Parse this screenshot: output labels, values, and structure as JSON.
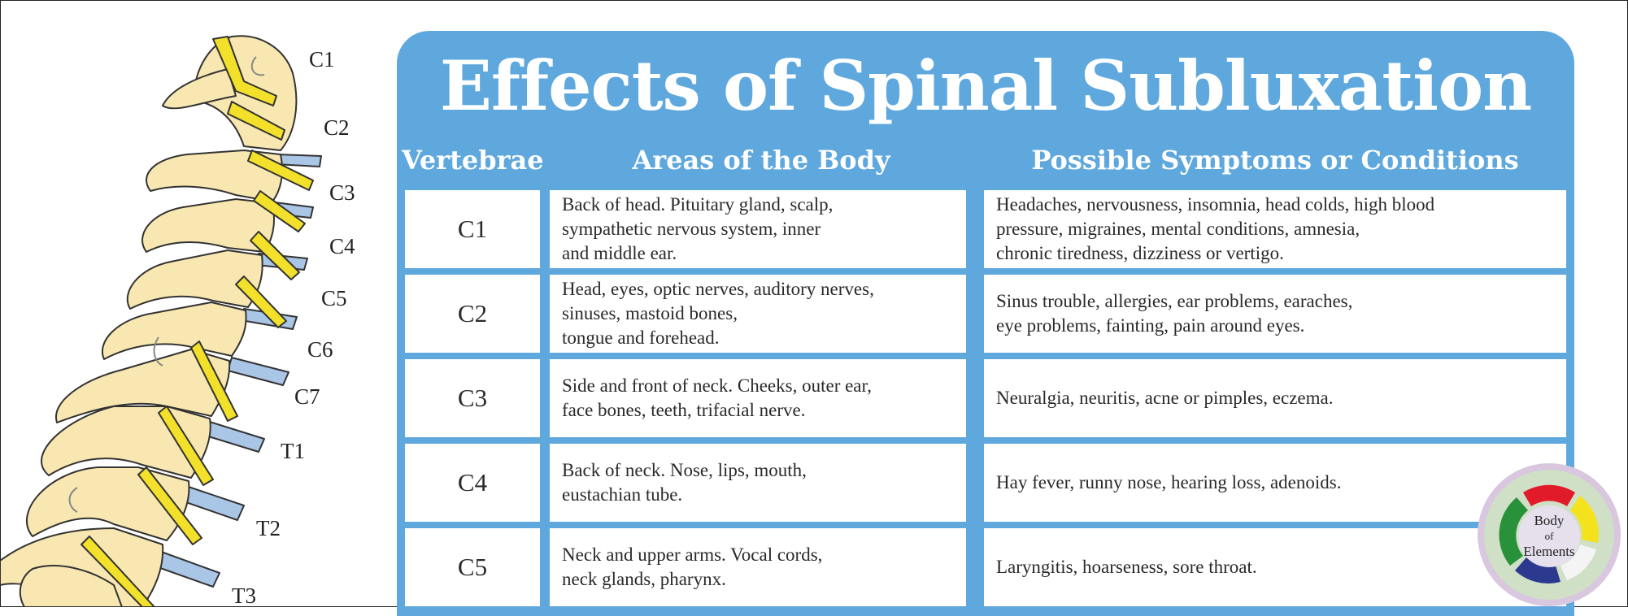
{
  "title": "Effects of Spinal Subluxation",
  "headers": {
    "vertebrae": "Vertebrae",
    "areas": "Areas of the Body",
    "symptoms": "Possible Symptoms or Conditions"
  },
  "rows": [
    {
      "vertebra": "C1",
      "areas": "Back of head. Pituitary gland, scalp,\nsympathetic nervous system, inner\nand middle ear.",
      "symptoms": "Headaches, nervousness, insomnia, head colds, high blood\npressure, migraines, mental conditions, amnesia,\nchronic tiredness, dizziness or vertigo."
    },
    {
      "vertebra": "C2",
      "areas": "Head, eyes, optic nerves, auditory nerves,\nsinuses, mastoid bones,\ntongue and forehead.",
      "symptoms": "Sinus trouble, allergies, ear problems, earaches,\neye problems, fainting, pain around eyes."
    },
    {
      "vertebra": "C3",
      "areas": "Side and front of neck. Cheeks, outer ear,\nface bones, teeth, trifacial nerve.",
      "symptoms": "Neuralgia, neuritis, acne or pimples, eczema."
    },
    {
      "vertebra": "C4",
      "areas": "Back of neck. Nose, lips, mouth,\neustachian tube.",
      "symptoms": "Hay fever, runny nose, hearing loss, adenoids."
    },
    {
      "vertebra": "C5",
      "areas": "Neck and upper arms. Vocal cords,\nneck glands, pharynx.",
      "symptoms": "Laryngitis, hoarseness, sore throat."
    }
  ],
  "spine_labels": [
    "C1",
    "C2",
    "C3",
    "C4",
    "C5",
    "C6",
    "C7",
    "T1",
    "T2",
    "T3"
  ],
  "logo": {
    "line1": "Body",
    "line2": "of",
    "line3": "Elements"
  },
  "colors": {
    "panel": "#5fa8dd",
    "bone": "#f8e7b0",
    "nerve": "#f2e02a",
    "disc": "#a9c6e6"
  }
}
